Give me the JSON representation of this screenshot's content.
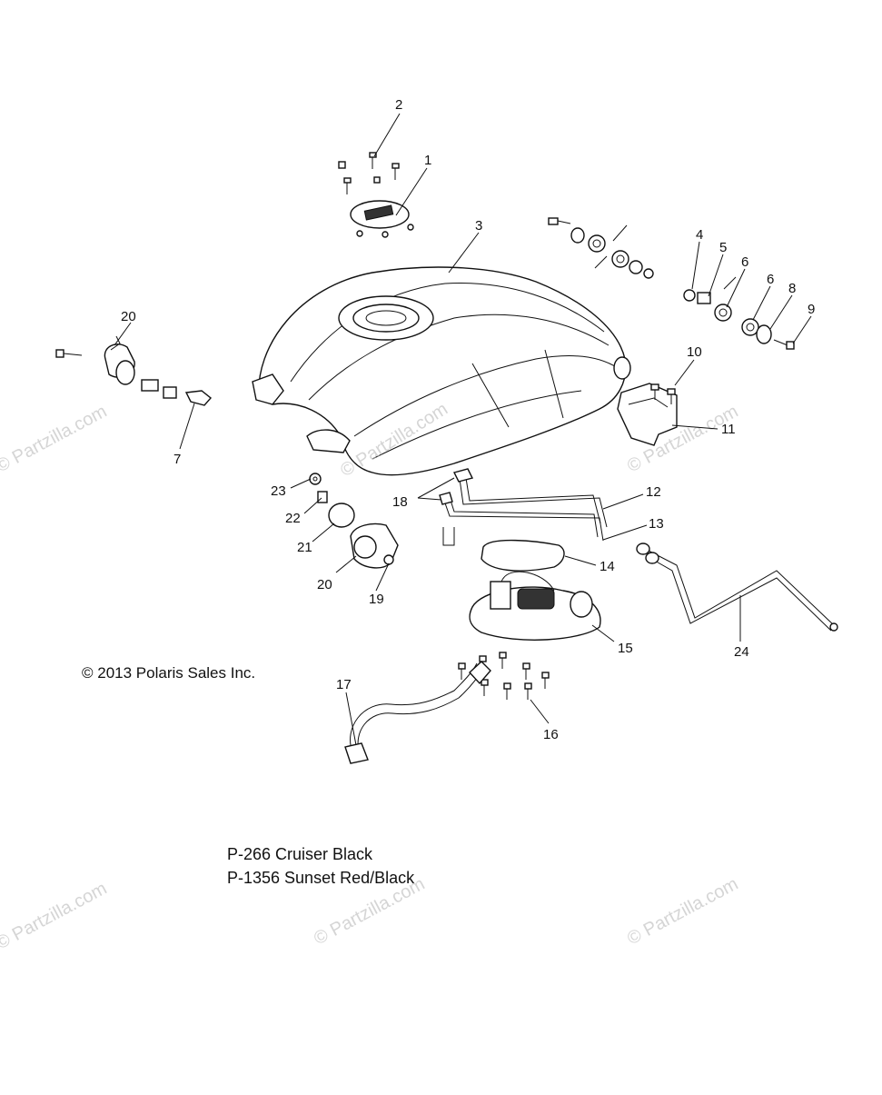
{
  "copyright": "© 2013 Polaris Sales Inc.",
  "notes": [
    "P-266 Cruiser Black",
    "P-1356 Sunset Red/Black"
  ],
  "watermarks": {
    "text": "© Partzilla.com",
    "tank_text": "© Partzilla.com"
  },
  "callouts": {
    "c1": "1",
    "c2": "2",
    "c3": "3",
    "c4": "4",
    "c5": "5",
    "c6a": "6",
    "c6b": "6",
    "c7": "7",
    "c8": "8",
    "c9": "9",
    "c10": "10",
    "c11": "11",
    "c12": "12",
    "c13": "13",
    "c14": "14",
    "c15": "15",
    "c16": "16",
    "c17": "17",
    "c18": "18",
    "c19": "19",
    "c20a": "20",
    "c20b": "20",
    "c21": "21",
    "c22": "22",
    "c23": "23",
    "c24": "24"
  }
}
